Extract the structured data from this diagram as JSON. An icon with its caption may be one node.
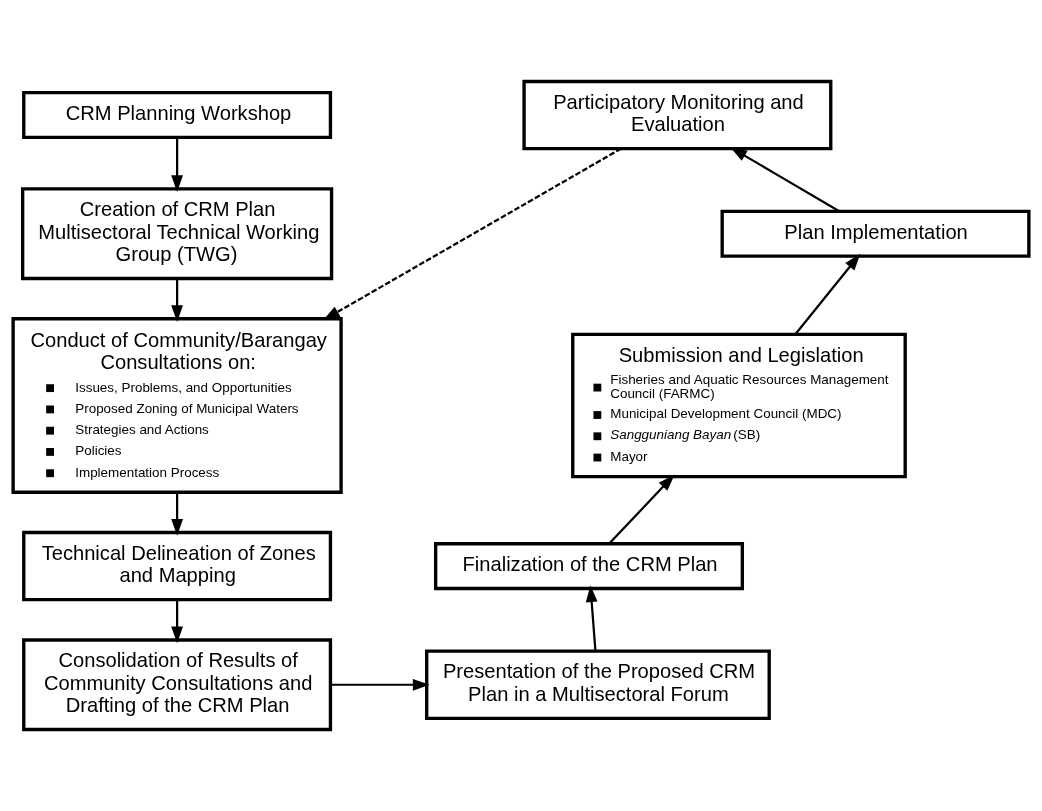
{
  "diagram": {
    "nodes": [
      {
        "text": [
          "CRM Planning Workshop"
        ]
      },
      {
        "text": [
          "Creation of CRM Plan Multisectoral Technical Working Group (TWG)"
        ]
      },
      {
        "text": [
          "Conduct of Community/Barangay Consultations on:",
          "Issues, Problems, and Opportunities",
          "Proposed Zoning of Municipal Waters",
          "Strategies and Actions",
          "Policies",
          "Implementation Process"
        ]
      },
      {
        "text": [
          "Technical Delineation of Zones and Mapping"
        ]
      },
      {
        "text": [
          "Consolidation of Results of Community Consultations and Drafting of the CRM Plan"
        ]
      },
      {
        "text": [
          "Presentation of the Proposed CRM Plan in a Multisectoral Forum"
        ]
      },
      {
        "text": [
          "Finalization of the CRM Plan"
        ]
      },
      {
        "text": [
          "Submission and Legislation",
          "Fisheries and Aquatic Resources Management Council (FARMC)",
          "Municipal Development Council (MDC)",
          "*Sangguniang Bayan* (SB)",
          "Mayor"
        ]
      },
      {
        "text": [
          "Plan Implementation"
        ]
      },
      {
        "text": [
          "Participatory Monitoring and Evaluation"
        ]
      }
    ],
    "edges": [
      {
        "from": 0,
        "to": 1,
        "arrow": "to"
      },
      {
        "from": 1,
        "to": 2,
        "arrow": "to"
      },
      {
        "from": 2,
        "to": 3,
        "arrow": "to"
      },
      {
        "from": 3,
        "to": 4,
        "arrow": "to"
      },
      {
        "from": 4,
        "to": 5,
        "arrow": "to"
      },
      {
        "from": 5,
        "to": 6,
        "arrow": "to"
      },
      {
        "from": 6,
        "to": 7,
        "arrow": "to"
      },
      {
        "from": 7,
        "to": 8,
        "arrow": "to"
      },
      {
        "from": 8,
        "to": 9,
        "arrow": "to"
      },
      {
        "from": 9,
        "to": 2,
        "arrow": "to",
        "style": "dashed"
      }
    ]
  }
}
